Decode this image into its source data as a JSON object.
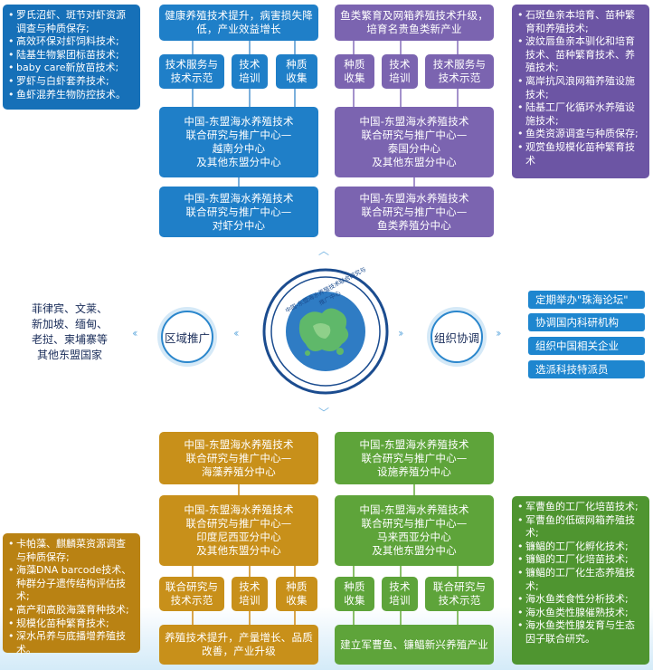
{
  "top": {
    "left_list": [
      "罗氏沼虾、斑节对虾资源调查与种质保存;",
      "高效环保对虾饲料技术;",
      "陆基生物絮团标苗技术;",
      "baby care新放苗技术;",
      "罗虾与白虾套养技术;",
      "鱼虾混养生物防控技术。"
    ],
    "vietnam": {
      "goal": "健康养殖技术提升，病害损失降\n低，产业效益增长",
      "actions": [
        "技术服务与\n技术示范",
        "技术\n培训",
        "种质\n收集"
      ],
      "center": "中国-东盟海水养殖技术\n联合研究与推广中心—\n越南分中心\n及其他东盟分中心",
      "sub": "中国-东盟海水养殖技术\n联合研究与推广中心—\n对虾分中心"
    },
    "thailand": {
      "goal": "鱼类繁育及网箱养殖技术升级，\n培育名贵鱼类新产业",
      "actions": [
        "种质\n收集",
        "技术\n培训",
        "技术服务与\n技术示范"
      ],
      "center": "中国-东盟海水养殖技术\n联合研究与推广中心—\n泰国分中心\n及其他东盟分中心",
      "sub": "中国-东盟海水养殖技术\n联合研究与推广中心—\n鱼类养殖分中心"
    },
    "right_list": [
      "石斑鱼亲本培育、苗种繁育和养殖技术;",
      "波纹唇鱼亲本驯化和培育技术、苗种繁育技术、养殖技术;",
      "离岸抗风浪网箱养殖设施技术;",
      "陆基工厂化循环水养殖设施技术;",
      "鱼类资源调查与种质保存;",
      "观赏鱼规模化苗种繁育技术"
    ]
  },
  "middle": {
    "region_countries": "菲律宾、文莱、\n新加坡、缅甸、\n老挝、柬埔寨等\n其他东盟国家",
    "region_label": "区域推广",
    "coord_label": "组织协调",
    "logo_text": "中国-东盟海水养殖技术联合研究与推广中心",
    "coord_items": [
      "定期举办\"珠海论坛\"",
      "协调国内科研机构",
      "组织中国相关企业",
      "选派科技特派员"
    ]
  },
  "bottom": {
    "seaweed": {
      "sub": "中国-东盟海水养殖技术\n联合研究与推广中心—\n海藻养殖分中心",
      "center": "中国-东盟海水养殖技术\n联合研究与推广中心—\n印度尼西亚分中心\n及其他东盟分中心",
      "actions": [
        "联合研究与\n技术示范",
        "技术\n培训",
        "种质\n收集"
      ],
      "goal": "养殖技术提升，产量增长、品质\n改善，产业升级"
    },
    "malaysia": {
      "sub": "中国-东盟海水养殖技术\n联合研究与推广中心—\n设施养殖分中心",
      "center": "中国-东盟海水养殖技术\n联合研究与推广中心—\n马来西亚分中心\n及其他东盟分中心",
      "actions": [
        "种质\n收集",
        "技术\n培训",
        "联合研究与\n技术示范"
      ],
      "goal": "建立军曹鱼、镰鲳新兴养殖产业"
    },
    "left_list": [
      "卡帕藻、麒麟菜资源调查与种质保存;",
      "海藻DNA barcode技术、种群分子遗传结构评估技术;",
      "高产和高胶海藻育种技术;",
      "规模化苗种繁育技术;",
      "深水吊养与底播增养殖技术。"
    ],
    "right_list": [
      "军曹鱼的工厂化培苗技术;",
      "军曹鱼的低碳网箱养殖技术;",
      "镰鲳的工厂化孵化技术;",
      "镰鲳的工厂化培苗技术;",
      "镰鲳的工厂化生态养殖技术;",
      "海水鱼类食性分析技术;",
      "海水鱼类性腺催熟技术;",
      "海水鱼类性腺发育与生态因子联合研究。"
    ]
  },
  "colors": {
    "blue": "#1f7fc8",
    "purple": "#7b64b0",
    "gold": "#c8901a",
    "green": "#5ea43a"
  }
}
